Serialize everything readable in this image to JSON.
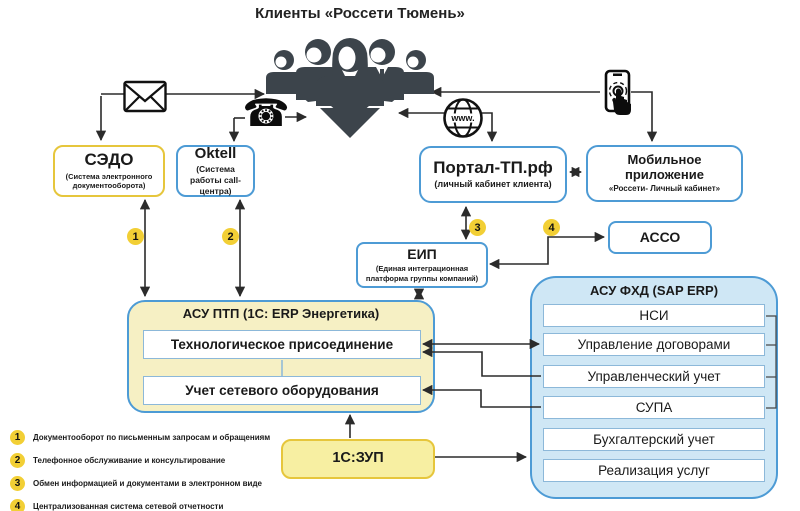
{
  "title": "Клиенты «Россети Тюмень»",
  "boxes": {
    "sedo": {
      "title": "СЭДО",
      "subtitle": "(Система электронного документооборота)"
    },
    "oktell": {
      "title": "Oktell",
      "subtitle": "(Система работы call-центра)"
    },
    "portal": {
      "title": "Портал-ТП.рф",
      "subtitle": "(личный кабинет клиента)"
    },
    "mobile": {
      "title": "Мобильное приложение",
      "subtitle": "«Россети- Личный кабинет»"
    },
    "asso": {
      "title": "АССО"
    },
    "eip": {
      "title": "ЕИП",
      "subtitle": "(Единая интеграционная платформа группы компаний)"
    },
    "asu_ptp": {
      "title": "АСУ ПТП (1С: ERP Энергетика)",
      "modules": [
        "Технологическое присоединение",
        "Учет сетевого оборудования"
      ]
    },
    "asu_fhd": {
      "title": "АСУ ФХД (SAP ERP)",
      "modules": [
        "НСИ",
        "Управление договорами",
        "Управленческий учет",
        "СУПА",
        "Бухгалтерский учет",
        "Реализация услуг"
      ]
    },
    "zup": {
      "title": "1С:ЗУП"
    }
  },
  "callout_markers": [
    "1",
    "2",
    "3",
    "4"
  ],
  "legend": {
    "items": [
      {
        "num": "1",
        "text": "Документооборот по письменным запросам и обращениям"
      },
      {
        "num": "2",
        "text": "Телефонное обслуживание и консультирование"
      },
      {
        "num": "3",
        "text": "Обмен информацией и документами в электронном виде"
      },
      {
        "num": "4",
        "text": "Централизованная система сетевой отчетности"
      }
    ]
  },
  "icons": {
    "globe_label": "www.",
    "phone_glyph": "☎"
  },
  "colors": {
    "accent_blue": "#4D9BD5",
    "accent_yellow": "#E6C63C",
    "ptp_fill": "#F6F0C4",
    "fhd_fill": "#CFE7F5",
    "zup_fill": "#F7EFA2",
    "badge": "#F2CF35",
    "line": "#2B2B2B",
    "crowd": "#3C444B"
  }
}
